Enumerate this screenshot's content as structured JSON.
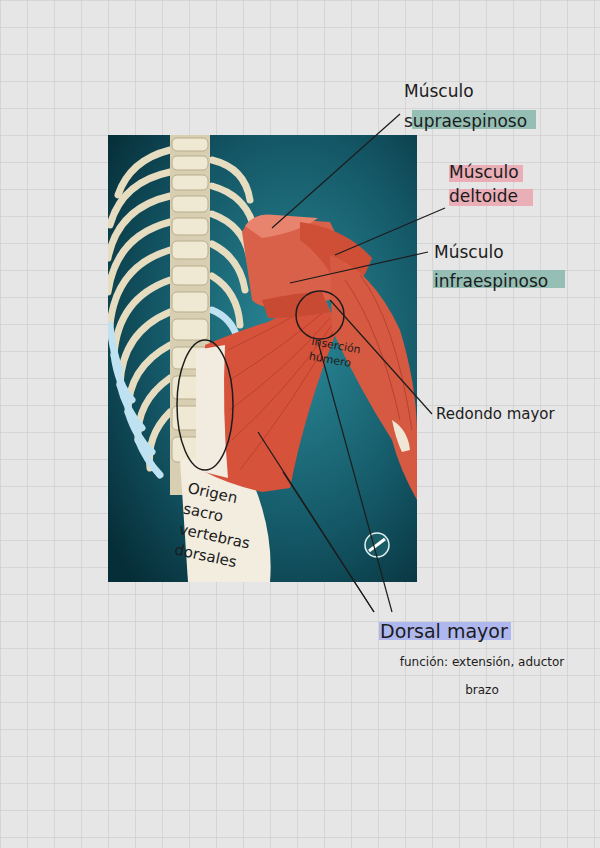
{
  "diagram": {
    "labels": [
      "Músculo supraespinoso",
      "Músculo deltoide",
      "Músculo infraespinoso",
      "inserción húmero",
      "Redondo mayor",
      "Origen sacro vertebras dorsales",
      "Dorsal mayor",
      "función: extensión, aductor brazo"
    ]
  }
}
